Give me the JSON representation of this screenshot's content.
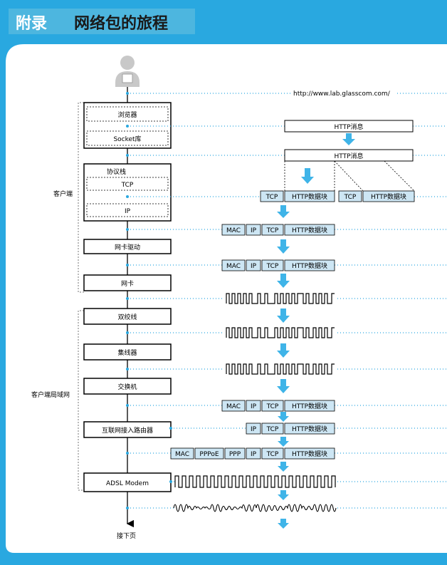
{
  "header": {
    "title_part1": "附录",
    "title_part2": "网络包的旅程"
  },
  "side_labels": {
    "client": "客户端",
    "client_lan": "客户端局域网"
  },
  "url": "http://www.lab.glasscom.com/",
  "stack": {
    "browser": "浏览器",
    "socket_lib": "Socket库",
    "protocol_stack": "协议栈",
    "tcp": "TCP",
    "ip": "IP",
    "nic_driver": "网卡驱动",
    "nic": "网卡"
  },
  "devices": {
    "twisted_pair": "双绞线",
    "hub": "集线器",
    "switch": "交换机",
    "router": "互联网接入路由器",
    "modem": "ADSL Modem"
  },
  "packets": {
    "http_message": "HTTP消息",
    "tcp": "TCP",
    "http_chunk": "HTTP数据块",
    "mac": "MAC",
    "ip": "IP",
    "pppoe": "PPPoE",
    "ppp": "PPP"
  },
  "footer": {
    "next_page": "接下页"
  },
  "colors": {
    "title_bar": "#4db6df",
    "frame": "#29a8e0",
    "packet_fill": "#cde6f4",
    "arrow": "#3fb4e8",
    "dotted": "#2aa8e0"
  }
}
